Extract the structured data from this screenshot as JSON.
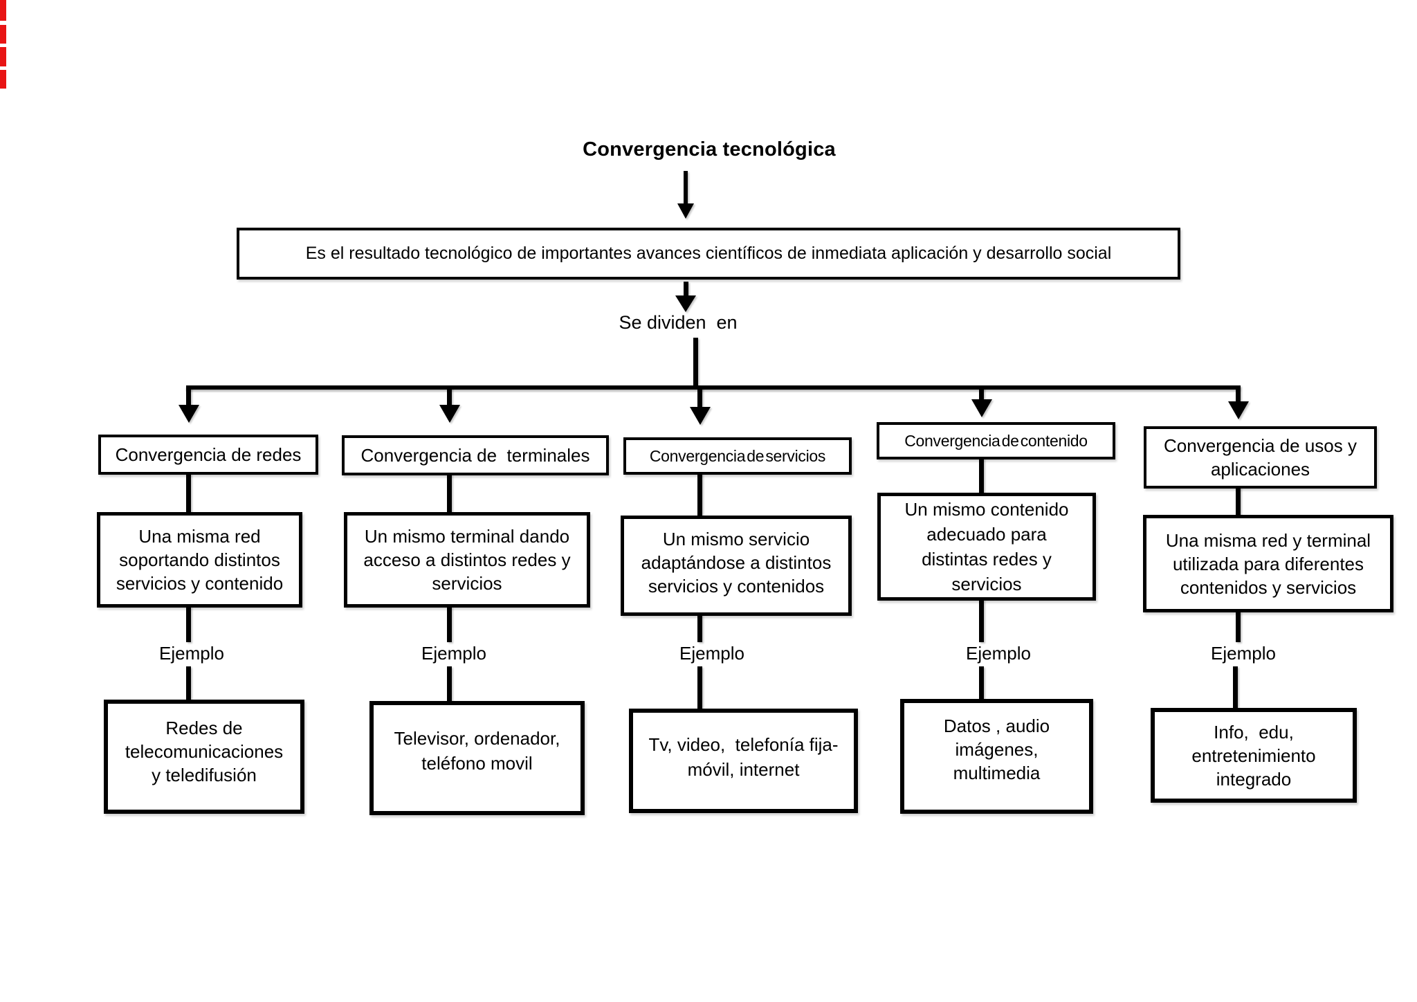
{
  "title": "Convergencia tecnológica",
  "definition": "Es el resultado tecnológico de importantes avances científicos de inmediata aplicación y desarrollo social",
  "divider_label": "Se dividen  en",
  "example_label": "Ejemplo",
  "columns": [
    {
      "header": "Convergencia de redes",
      "description": "Una misma red\nsoportando distintos\nservicios y contenido",
      "example": "Redes de\ntelecomunicaciones\ny teledifusión"
    },
    {
      "header": "Convergencia de  terminales",
      "description": "Un mismo terminal dando\nacceso a distintos redes y\nservicios",
      "example": "Televisor, ordenador,\nteléfono movil"
    },
    {
      "header": "Convergencia de servicios",
      "description": "Un mismo servicio\nadaptándose a distintos\nservicios y contenidos",
      "example": "Tv, video,  telefonía fija-\nmóvil, internet"
    },
    {
      "header": "Convergencia de contenido",
      "description": "Un mismo contenido\nadecuado para\ndistintas redes y\nservicios",
      "example": "Datos , audio\nimágenes,\nmultimedia"
    },
    {
      "header": "Convergencia de usos y\naplicaciones",
      "description": "Una misma red y terminal\nutilizada para diferentes\ncontenidos y servicios",
      "example": "Info,  edu,\nentretenimiento\nintegrado"
    }
  ],
  "colors": {
    "line": "#000000",
    "box_border": "#000000",
    "text": "#000000",
    "background": "#ffffff",
    "edge_mark": "#e81414"
  }
}
